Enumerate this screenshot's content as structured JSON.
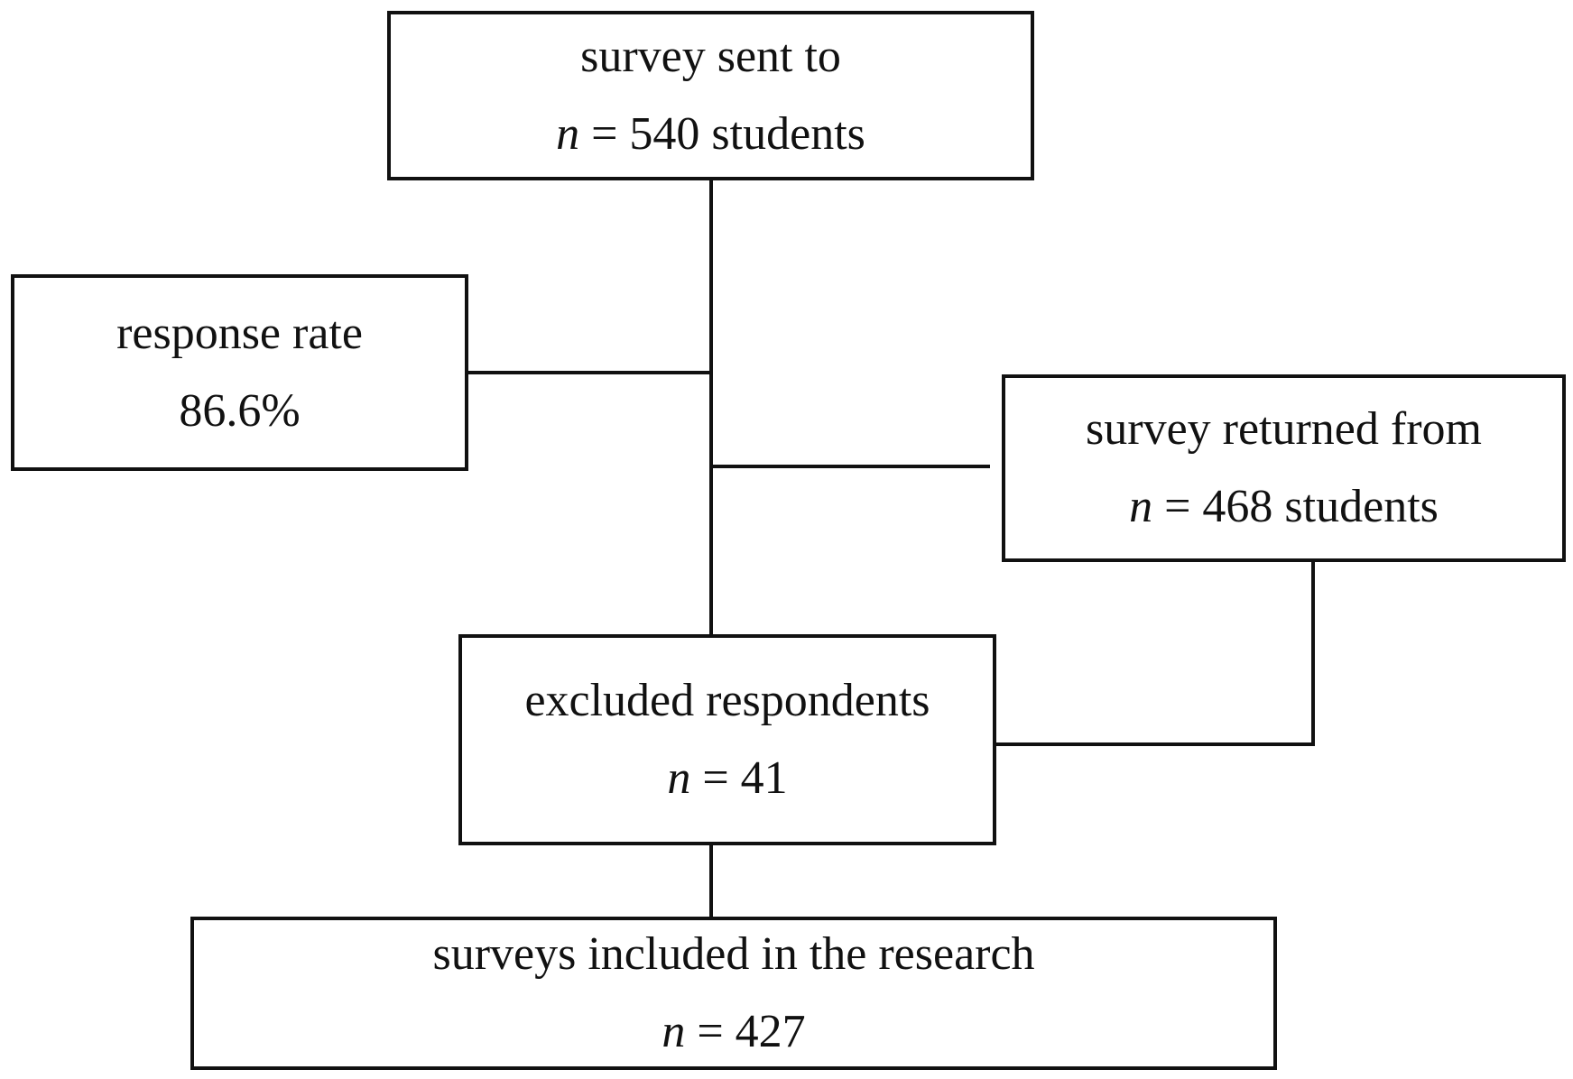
{
  "boxes": {
    "sent": {
      "line1": "survey sent to",
      "var": "n",
      "eq": " = 540 students"
    },
    "rate": {
      "line1": "response rate",
      "line2": "86.6%"
    },
    "returned": {
      "line1": "survey returned from",
      "var": "n",
      "eq": " = 468 students"
    },
    "excluded": {
      "line1": "excluded respondents",
      "var": "n",
      "eq": " = 41"
    },
    "included": {
      "line1": "surveys included in the research",
      "var": "n",
      "eq": " = 427"
    }
  },
  "colors": {
    "stroke": "#111111",
    "background": "#ffffff",
    "text": "#111111"
  }
}
